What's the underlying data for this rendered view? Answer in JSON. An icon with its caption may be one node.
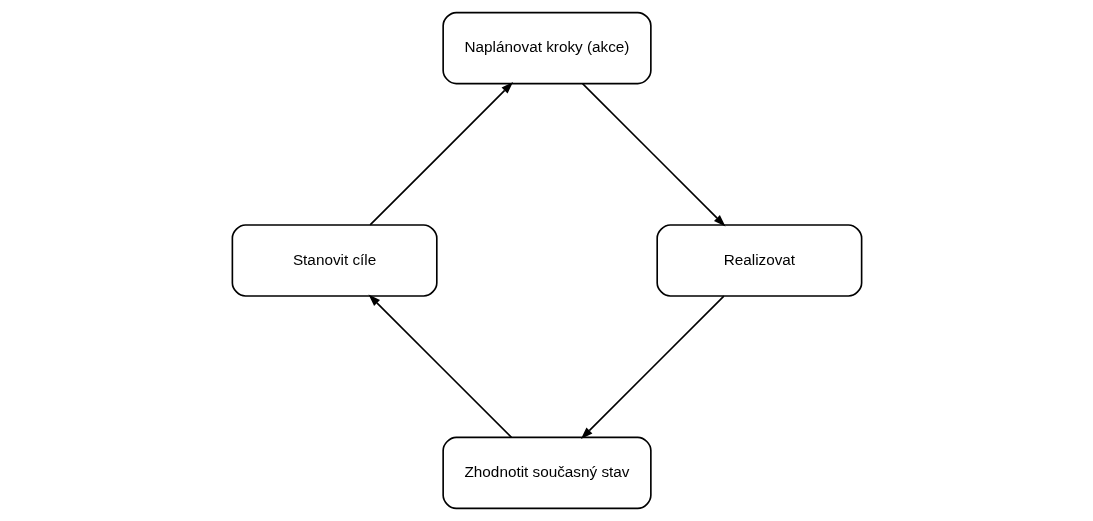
{
  "diagram": {
    "nodes": [
      {
        "text": [
          "Zhodnotit současný stav"
        ]
      },
      {
        "text": [
          "Stanovit cíle"
        ]
      },
      {
        "text": [
          "Naplánovat kroky (akce)"
        ]
      },
      {
        "text": [
          "Realizovat"
        ]
      }
    ],
    "edges": [
      {
        "from": 0,
        "to": 1,
        "arrow": "to"
      },
      {
        "from": 1,
        "to": 2,
        "arrow": "to"
      },
      {
        "from": 2,
        "to": 3,
        "arrow": "to"
      },
      {
        "from": 3,
        "to": 0,
        "arrow": "to"
      }
    ]
  }
}
